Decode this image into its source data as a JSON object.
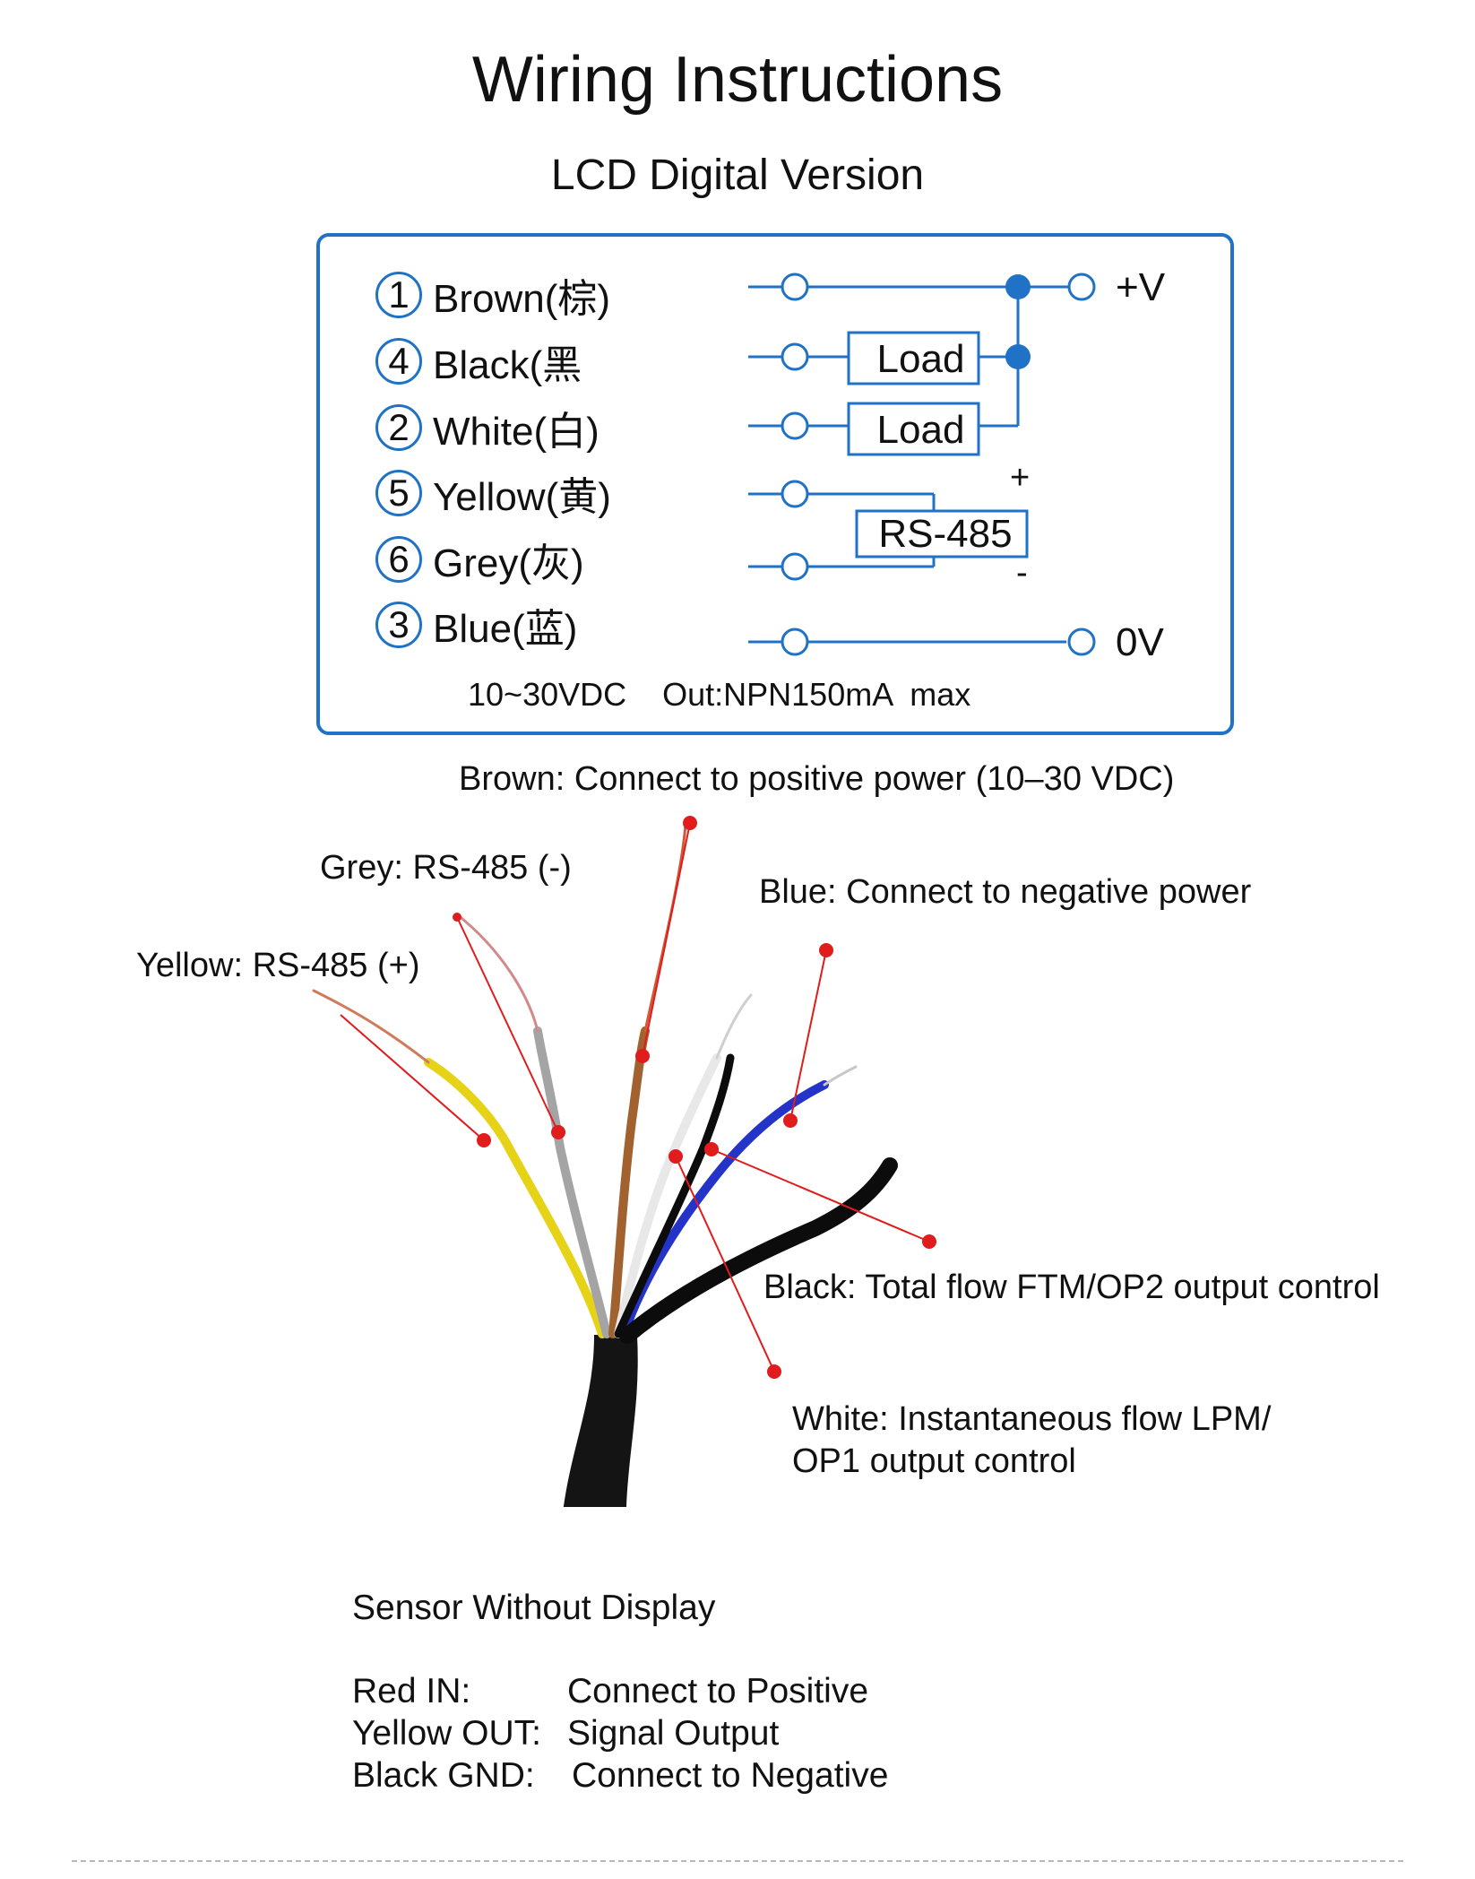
{
  "title": "Wiring Instructions",
  "subtitle": "LCD Digital Version",
  "wiring_box": {
    "pins": [
      {
        "num": "1",
        "label": "Brown(棕)"
      },
      {
        "num": "4",
        "label": "Black(黑"
      },
      {
        "num": "2",
        "label": "White(白)"
      },
      {
        "num": "5",
        "label": "Yellow(黄)"
      },
      {
        "num": "6",
        "label": "Grey(灰)"
      },
      {
        "num": "3",
        "label": "Blue(蓝)"
      }
    ],
    "rail_positive": "+V",
    "rail_zero": "0V",
    "load_1": "Load",
    "load_2": "Load",
    "rs485": "RS-485",
    "rs485_plus": "+",
    "rs485_minus": "-",
    "spec": "10~30VDC    Out:NPN150mA  max",
    "accent_color": "#1f72c6"
  },
  "callouts": {
    "brown": "Brown: Connect to positive power (10–30 VDC)",
    "grey": "Grey: RS-485 (-)",
    "blue": "Blue: Connect to negative power",
    "yellow": "Yellow: RS-485 (+)",
    "black": "Black: Total flow FTM/OP2 output control",
    "white_line1": "White: Instantaneous flow LPM/",
    "white_line2": "OP1 output control",
    "leader_color": "#e01c1c"
  },
  "legend": {
    "title": "Sensor Without Display",
    "rows": [
      {
        "key": "Red IN:",
        "value": "Connect to Positive"
      },
      {
        "key": "Yellow OUT:",
        "value": "Signal Output"
      },
      {
        "key": "Black GND:",
        "value": "Connect to Negative"
      }
    ]
  }
}
